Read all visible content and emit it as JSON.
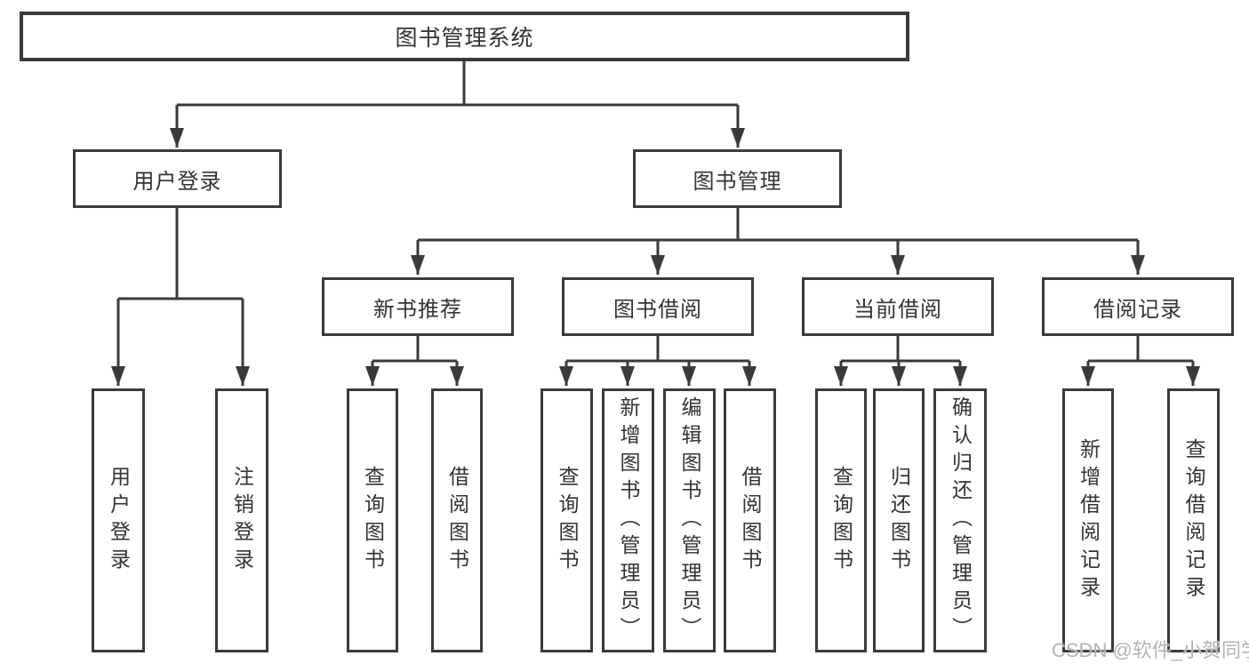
{
  "diagram": {
    "root": "图书管理系统",
    "level2": {
      "user_login": "用户登录",
      "book_mgmt": "图书管理"
    },
    "level3": {
      "new_books": "新书推荐",
      "book_borrow": "图书借阅",
      "current_borrow": "当前借阅",
      "borrow_records": "借阅记录"
    },
    "leaves": {
      "user_login": [
        "用户登录",
        "注销登录"
      ],
      "new_books": [
        "查询图书",
        "借阅图书"
      ],
      "book_borrow": [
        "查询图书",
        "新增图书（管理员）",
        "编辑图书（管理员）",
        "借阅图书"
      ],
      "current_borrow": [
        "查询图书",
        "归还图书",
        "确认归还（管理员）"
      ],
      "borrow_records": [
        "新增借阅记录",
        "查询借阅记录"
      ]
    },
    "watermark": "CSDN @软件_小贺同学",
    "colors": {
      "line": "#3a3a3a",
      "text": "#333333",
      "box_bg": "#ffffff",
      "watermark": "#b3b3b3"
    }
  }
}
